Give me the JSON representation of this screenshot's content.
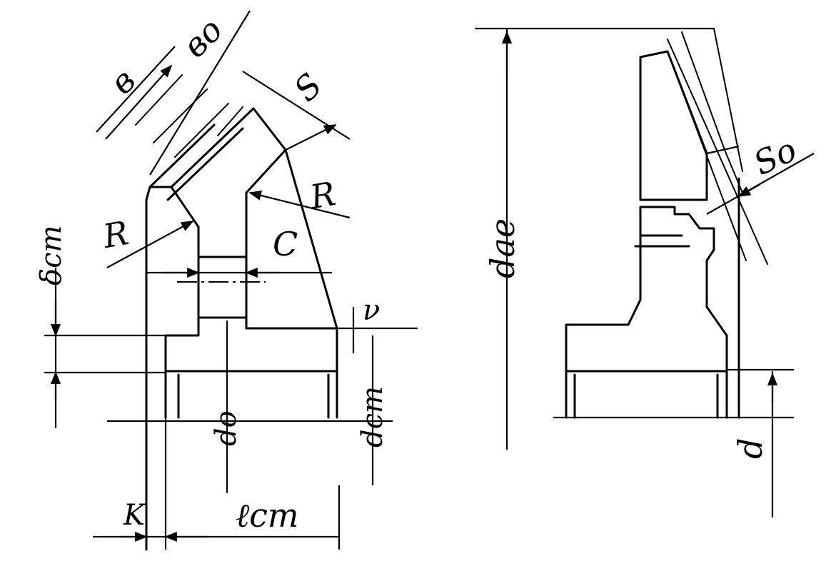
{
  "figure": {
    "left_view": {
      "labels": {
        "tooth_width": "в",
        "tooth_width_root": "вo",
        "rim_thickness": "S",
        "fillet_radius_left": "R",
        "fillet_radius_right": "R",
        "web_thickness": "C",
        "hub_wall_thickness": "δcm",
        "hub_chamfer": "ν",
        "bore_diameter": "do",
        "hub_diameter": "dcm",
        "chamfer_k": "K",
        "hub_length": "ℓcm"
      }
    },
    "right_view": {
      "labels": {
        "outer_diameter": "dae",
        "rim_thickness": "So",
        "shaft_diameter": "d"
      }
    }
  }
}
